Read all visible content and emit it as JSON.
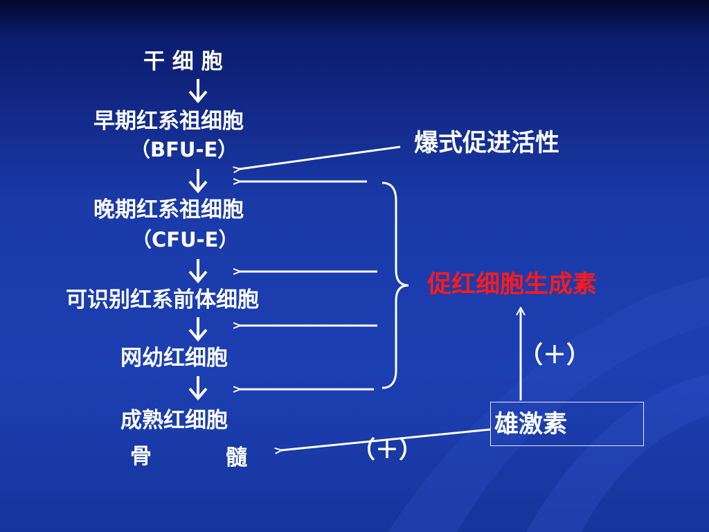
{
  "stages": [
    {
      "label": "干 细 胞"
    },
    {
      "label": "早期红系祖细胞",
      "sub": "（BFU-E）"
    },
    {
      "label": "晚期红系祖细胞",
      "sub": "（CFU-E）"
    },
    {
      "label": "可识别红系前体细胞"
    },
    {
      "label": "网幼红细胞"
    },
    {
      "label": "成熟红细胞"
    }
  ],
  "location": {
    "left": "骨",
    "right": "髓"
  },
  "factors": {
    "burst": "爆式促进活性",
    "epo": "促红细胞生成素",
    "androgen": "雄激素",
    "plus_upper": "（＋）",
    "plus_lower": "（＋）"
  },
  "colors": {
    "epo": "#ff1a1a",
    "text": "#ffffff",
    "arrow": "#ffffff"
  }
}
